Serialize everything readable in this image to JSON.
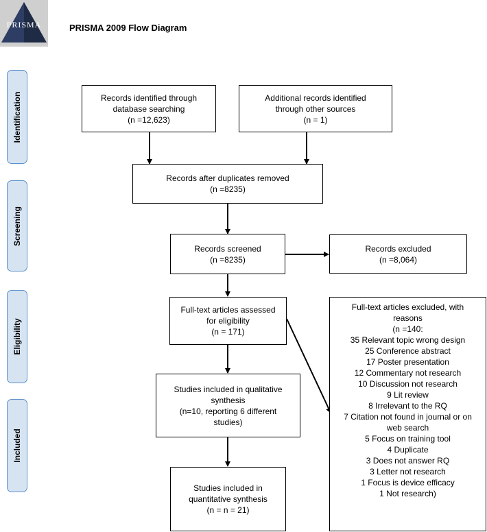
{
  "logo": {
    "text": "PRISMA"
  },
  "title": "PRISMA 2009 Flow Diagram",
  "stages": {
    "identification": "Identification",
    "screening": "Screening",
    "eligibility": "Eligibility",
    "included": "Included"
  },
  "boxes": {
    "db_search": [
      "Records identified through",
      "database searching",
      "(n =12,623)"
    ],
    "other_sources": [
      "Additional records identified",
      "through other sources",
      "(n = 1)"
    ],
    "after_duplicates": [
      "Records after duplicates removed",
      "(n =8235)"
    ],
    "screened": [
      "Records screened",
      "(n =8235)"
    ],
    "excluded": [
      "Records excluded",
      "(n =8,064)"
    ],
    "fulltext_assessed": [
      "Full-text articles assessed",
      "for eligibility",
      "(n = 171)"
    ],
    "fulltext_excluded": [
      "Full-text articles excluded, with",
      "reasons",
      "(n =140:",
      "35 Relevant topic wrong design",
      "25 Conference abstract",
      "17 Poster presentation",
      "12 Commentary not research",
      "10 Discussion not research",
      "9 Lit review",
      "8 Irrelevant to the RQ",
      "7 Citation not found in journal or on",
      "web search",
      "5 Focus on training tool",
      "4 Duplicate",
      "3 Does not answer RQ",
      "3 Letter not research",
      "1 Focus is device efficacy",
      "1 Not research)"
    ],
    "qualitative": [
      "Studies included in qualitative",
      "synthesis",
      "(n=10, reporting 6 different",
      "studies)"
    ],
    "quantitative": [
      "Studies included in",
      "quantitative synthesis",
      "(n = n = 21)"
    ]
  }
}
